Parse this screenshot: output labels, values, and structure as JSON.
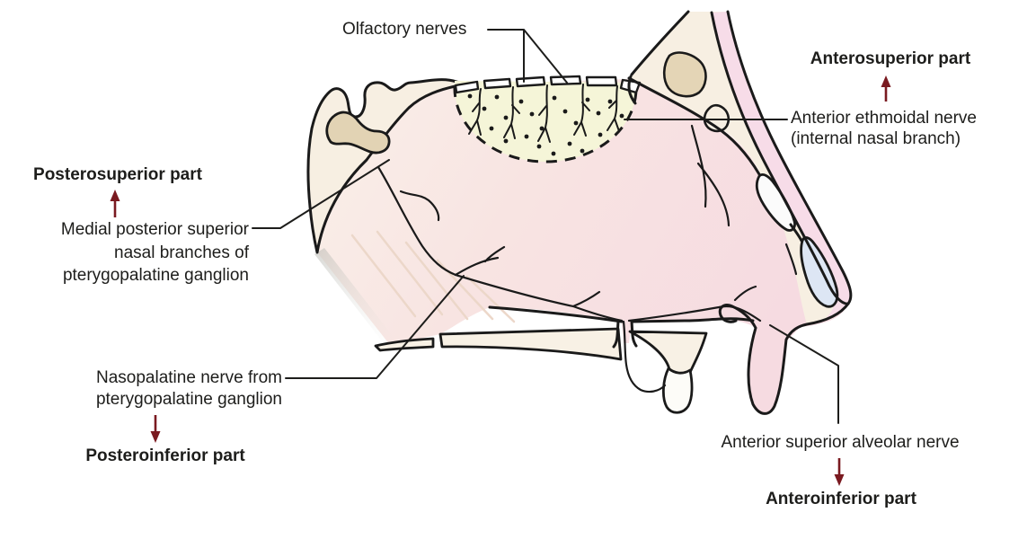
{
  "figure": {
    "type": "anatomical-diagram"
  },
  "labels": {
    "olfactory_nerves": "Olfactory nerves",
    "anterosuperior_part": "Anterosuperior part",
    "anterior_ethmoidal": [
      "Anterior ethmoidal nerve",
      "(internal nasal branch)"
    ],
    "posterosuperior_part": "Posterosuperior part",
    "medial_posterior_superior": [
      "Medial posterior superior",
      "nasal branches of",
      "pterygopalatine ganglion"
    ],
    "nasopalatine": [
      "Nasopalatine nerve from",
      "pterygopalatine ganglion"
    ],
    "posteroinferior_part": "Posteroinferior part",
    "anterior_superior_alveolar": "Anterior superior alveolar nerve",
    "anteroinferior_part": "Anteroinferior part"
  },
  "colors": {
    "arrow": "#7a1a20",
    "text": "#1d1d1b",
    "outline": "#1a1a1a",
    "septum_pink": "#f8e3e3",
    "bone_cream": "#f7efe2",
    "olfactory_yellow": "#f5f5d8",
    "sinus_tan": "#e2d3b4",
    "skin_pink": "#f7dce8",
    "cartilage_blue": "#dde6f4"
  }
}
